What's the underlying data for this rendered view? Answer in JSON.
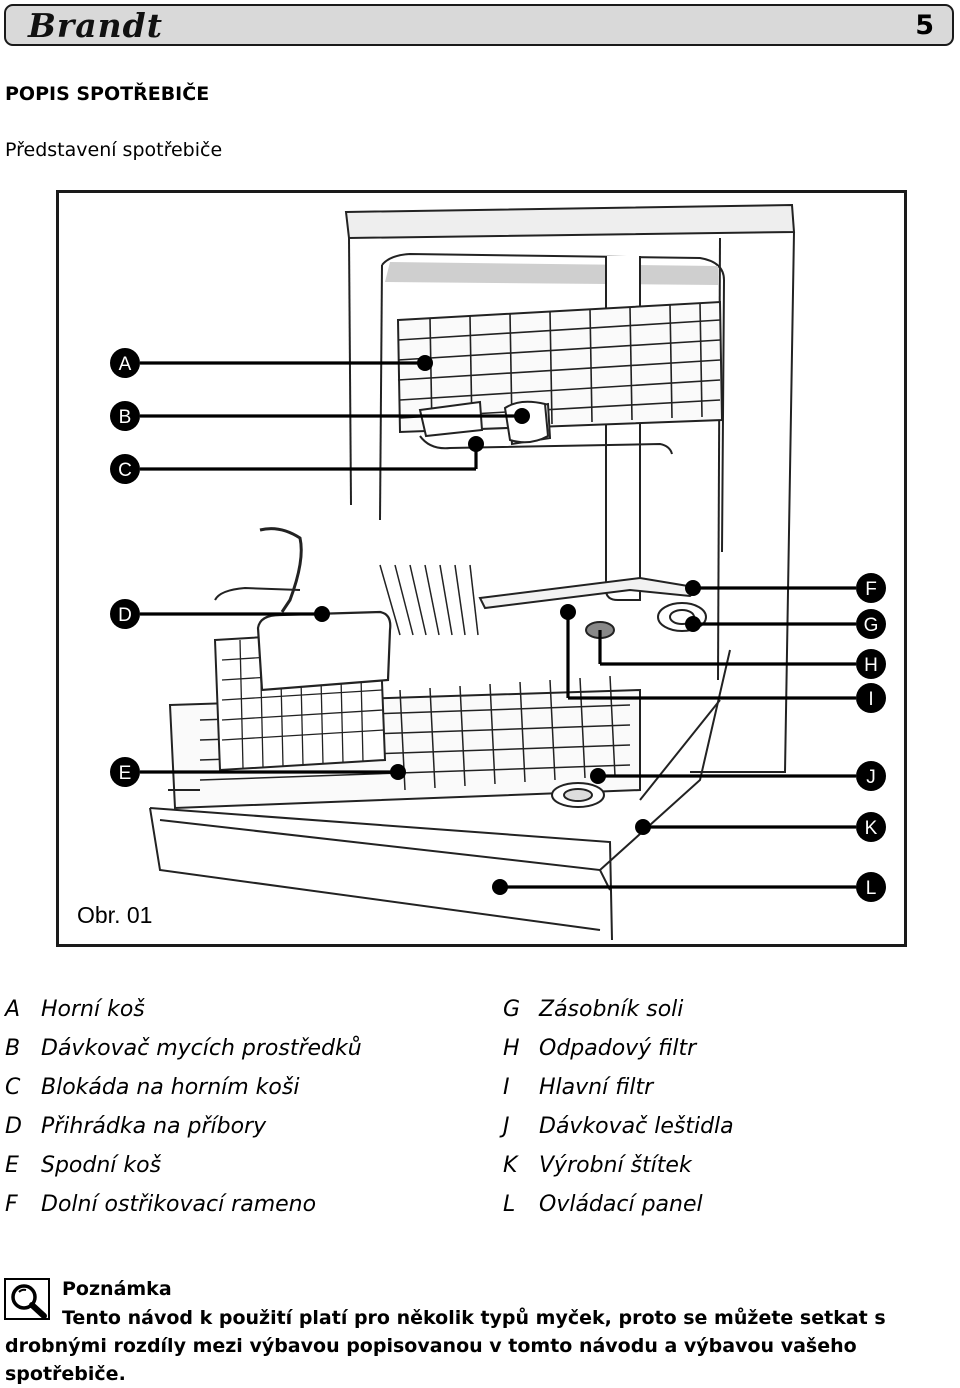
{
  "header": {
    "brand": "Brandt",
    "page_number": "5"
  },
  "section_title": "POPIS SPOTŘEBIČE",
  "subtitle": "Představení spotřebiče",
  "figure": {
    "caption": "Obr. 01",
    "callout_letters": {
      "A": "A",
      "B": "B",
      "C": "C",
      "D": "D",
      "E": "E",
      "F": "F",
      "G": "G",
      "H": "H",
      "I": "I",
      "J": "J",
      "K": "K",
      "L": "L"
    }
  },
  "legend": {
    "left": [
      {
        "letter": "A",
        "text": "Horní koš"
      },
      {
        "letter": "B",
        "text": "Dávkovač mycích prostředků"
      },
      {
        "letter": "C",
        "text": "Blokáda na horním koši"
      },
      {
        "letter": "D",
        "text": "Přihrádka na příbory"
      },
      {
        "letter": "E",
        "text": "Spodní koš"
      },
      {
        "letter": "F",
        "text": "Dolní ostřikovací rameno"
      }
    ],
    "right": [
      {
        "letter": "G",
        "text": "Zásobník soli"
      },
      {
        "letter": "H",
        "text": "Odpadový filtr"
      },
      {
        "letter": "I",
        "text": "Hlavní filtr"
      },
      {
        "letter": "J",
        "text": "Dávkovač leštidla"
      },
      {
        "letter": "K",
        "text": "Výrobní štítek"
      },
      {
        "letter": "L",
        "text": "Ovládací panel"
      }
    ]
  },
  "note": {
    "icon": "magnifier-icon",
    "title": "Poznámka",
    "text": "Tento návod k použití platí pro několik typů myček, proto se můžete setkat s drobnými rozdíly mezi výbavou popisovanou v tomto návodu a výbavou vašeho spotřebiče."
  }
}
